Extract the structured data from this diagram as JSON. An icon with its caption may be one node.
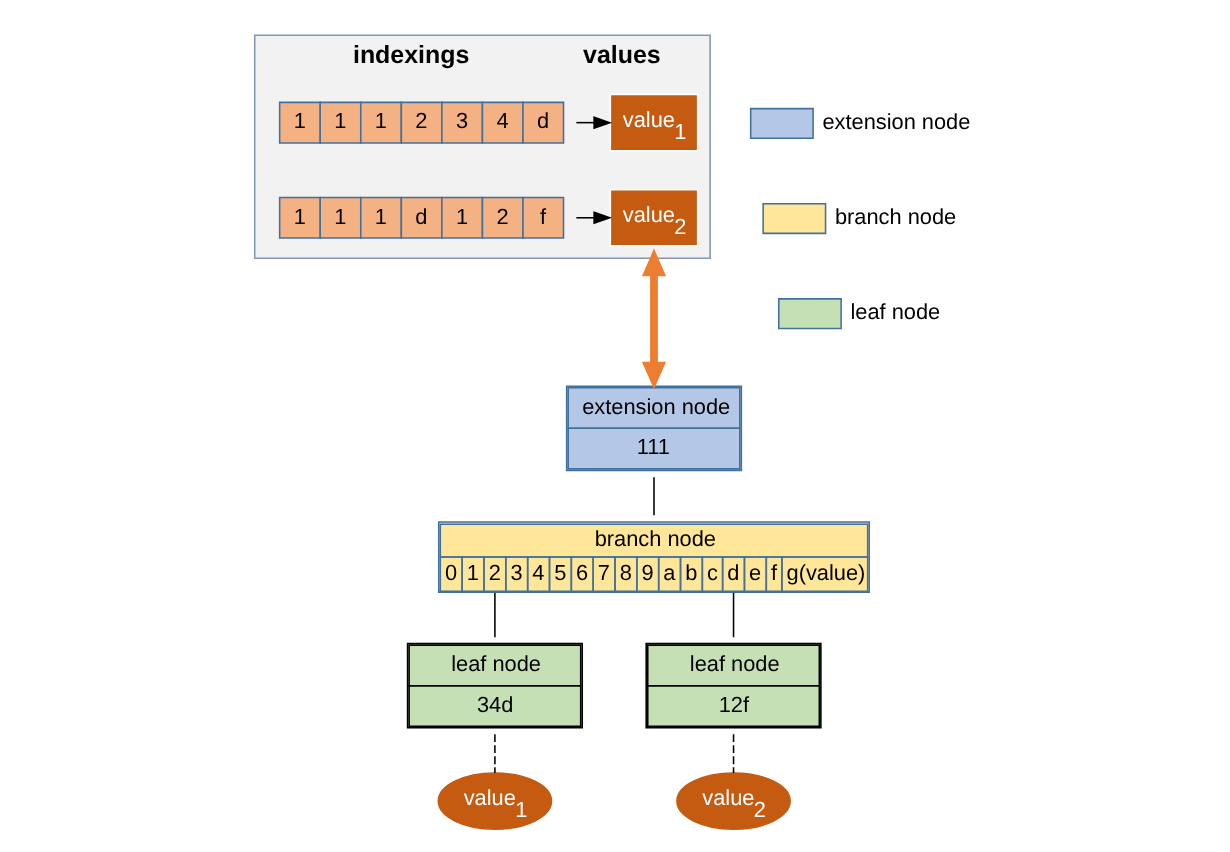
{
  "diagram": {
    "nodes": [
      {
        "text": [
          "indexings",
          "values"
        ]
      },
      {
        "text": [
          "1",
          "1",
          "1",
          "2",
          "3",
          "4",
          "d"
        ],
        "in": 0
      },
      {
        "text": [
          "value$_{1}$"
        ],
        "in": 0
      },
      {
        "text": [
          "1",
          "1",
          "1",
          "d",
          "1",
          "2",
          "f"
        ],
        "in": 0
      },
      {
        "text": [
          "value$_{2}$"
        ],
        "in": 0
      },
      {
        "text": [
          "extension node",
          "111"
        ]
      },
      {
        "text": [
          "branch node",
          "0",
          "1",
          "2",
          "3",
          "4",
          "5",
          "6",
          "7",
          "8",
          "9",
          "a",
          "b",
          "c",
          "d",
          "e",
          "f",
          "g(value)"
        ]
      },
      {
        "text": [
          "leaf node",
          "34d"
        ]
      },
      {
        "text": [
          "leaf node",
          "12f"
        ]
      },
      {
        "text": [
          "value$_{1}$"
        ]
      },
      {
        "text": [
          "value$_{2}$"
        ]
      }
    ],
    "edges": [
      {
        "from": 1,
        "to": 2,
        "arrow": "to"
      },
      {
        "from": 3,
        "to": 4,
        "arrow": "to"
      },
      {
        "from": 0,
        "to": 5,
        "arrow": "both",
        "style": "thick",
        "color": "#ed7d31"
      },
      {
        "from": 5,
        "to": 6,
        "arrow": "none"
      },
      {
        "from": 6,
        "to": 7,
        "arrow": "none"
      },
      {
        "from": 6,
        "to": 8,
        "arrow": "none"
      },
      {
        "from": 7,
        "to": 9,
        "arrow": "none",
        "style": "dashed"
      },
      {
        "from": 8,
        "to": 10,
        "arrow": "none",
        "style": "dashed"
      }
    ],
    "legend": [
      {
        "text": "extension node",
        "color": "#b4c7e7"
      },
      {
        "text": "branch node",
        "color": "#ffe699"
      },
      {
        "text": "leaf node",
        "color": "#c5e0b4"
      }
    ]
  }
}
